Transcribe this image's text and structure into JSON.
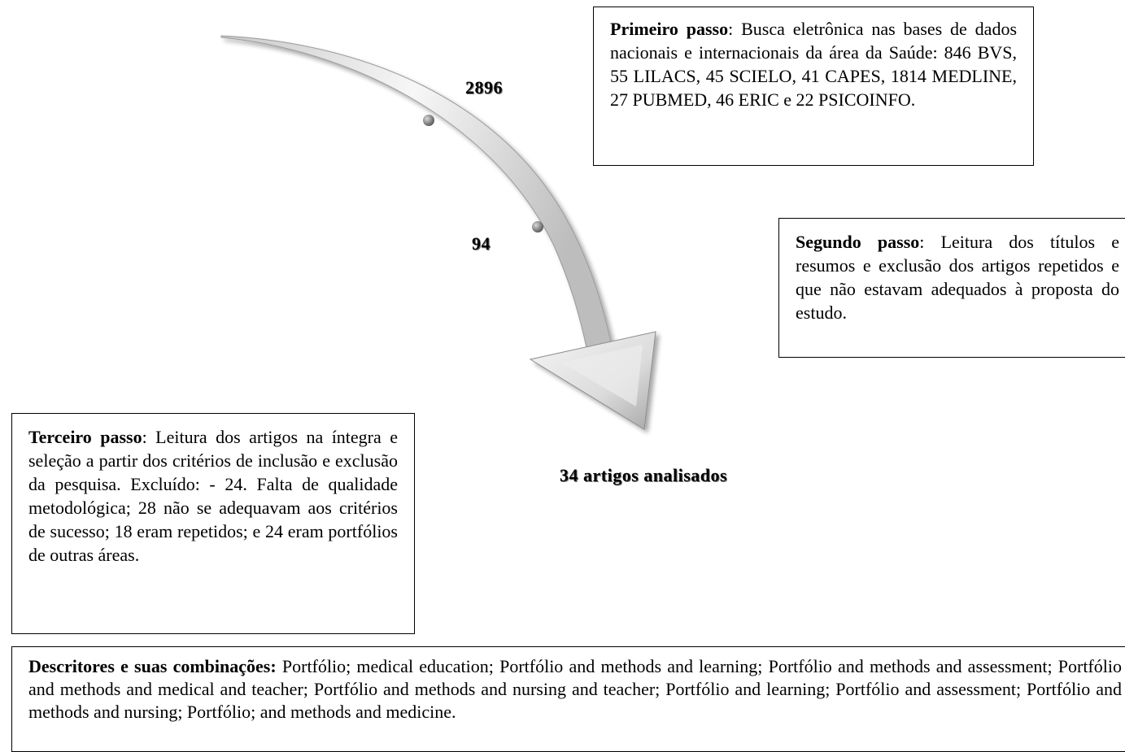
{
  "steps": {
    "first": {
      "title": "Primeiro passo",
      "text": ": Busca eletrônica nas bases de dados nacionais e internacionais da área da Saúde: 846 BVS, 55 LILACS, 45 SCIELO, 41 CAPES, 1814 MEDLINE, 27 PUBMED, 46 ERIC e 22 PSICOINFO."
    },
    "second": {
      "title": "Segundo passo",
      "text": ": Leitura dos títulos e resumos e exclusão dos artigos repetidos e que não estavam adequados à proposta do estudo."
    },
    "third": {
      "title": "Terceiro passo",
      "text": ": Leitura dos artigos na íntegra e seleção a partir dos critérios de inclusão e exclusão da pesquisa. Excluído: - 24. Falta de qualidade metodológica; 28 não se adequavam aos critérios de sucesso; 18 eram repetidos; e 24 eram portfólios de outras áreas."
    }
  },
  "counts": {
    "initial": "2896",
    "after_screening": "94",
    "result": "34 artigos analisados"
  },
  "descriptors": {
    "title": "Descritores e suas combinações:",
    "text": " Portfólio; medical education; Portfólio and methods and learning; Portfólio and methods and assessment; Portfólio and methods and medical and teacher; Portfólio and methods and nursing and teacher; Portfólio and learning; Portfólio and assessment; Portfólio and methods and nursing; Portfólio; and methods and medicine."
  }
}
